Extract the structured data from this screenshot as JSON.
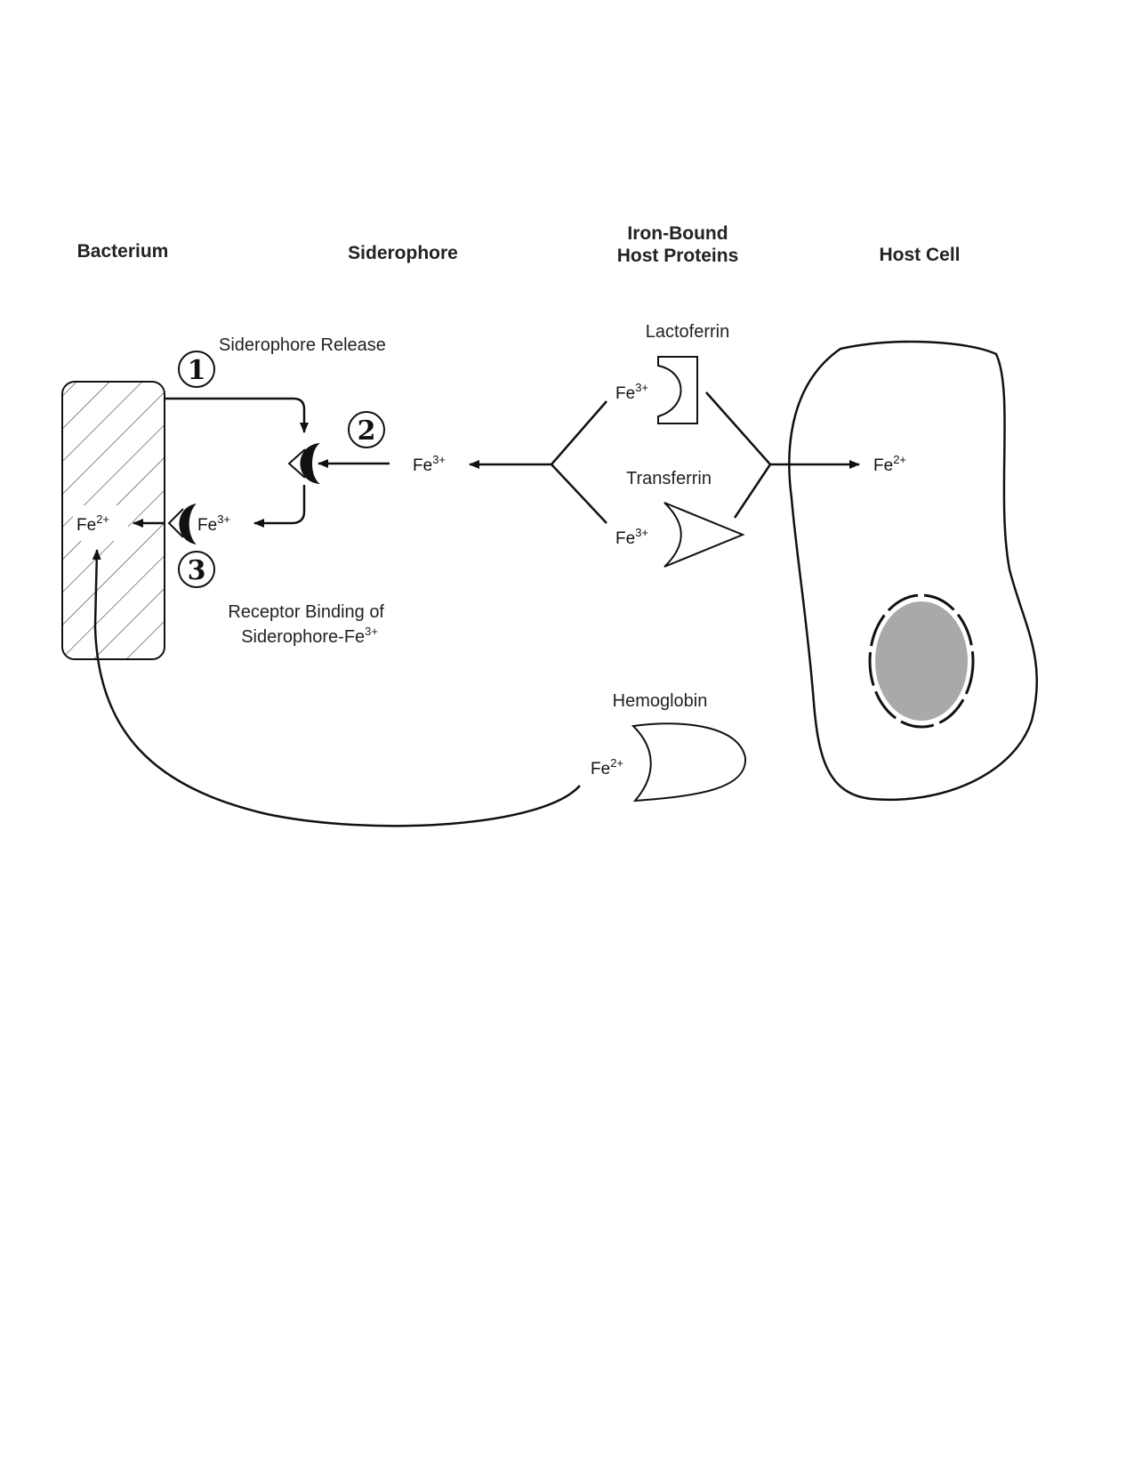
{
  "headers": {
    "bacterium": "Bacterium",
    "siderophore": "Siderophore",
    "host_proteins_line1": "Iron-Bound",
    "host_proteins_line2": "Host Proteins",
    "host_cell": "Host Cell"
  },
  "steps": [
    {
      "number": "1",
      "label": "Siderophore Release"
    },
    {
      "number": "2",
      "label": ""
    },
    {
      "number": "3",
      "label_line1": "Receptor Binding of",
      "label_line2_base": "Siderophore-Fe",
      "label_line2_sup": "3+"
    }
  ],
  "proteins": {
    "lactoferrin": "Lactoferrin",
    "transferrin": "Transferrin",
    "hemoglobin": "Hemoglobin"
  },
  "iron": {
    "fe_base": "Fe",
    "ferric": "3+",
    "ferrous": "2+"
  },
  "colors": {
    "line": "#111111",
    "nucleus_fill": "#a9a9a9",
    "hatch": "#555555"
  }
}
